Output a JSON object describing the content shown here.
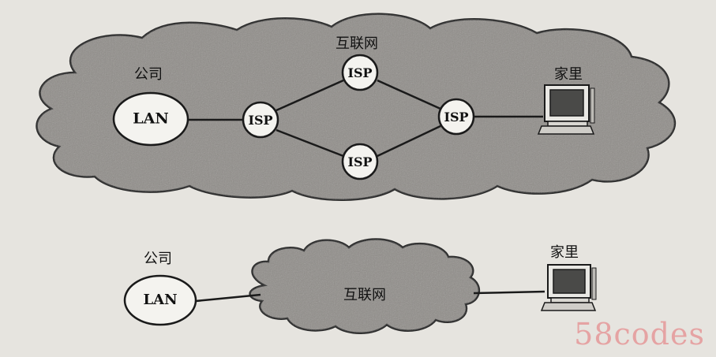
{
  "top_diagram": {
    "internet_label": "互联网",
    "company_label": "公司",
    "home_label": "家里",
    "lan_label": "LAN",
    "isp_nodes": [
      {
        "id": "isp-left",
        "label": "ISP"
      },
      {
        "id": "isp-top",
        "label": "ISP"
      },
      {
        "id": "isp-bottom",
        "label": "ISP"
      },
      {
        "id": "isp-right",
        "label": "ISP"
      }
    ]
  },
  "bottom_diagram": {
    "internet_label": "互联网",
    "company_label": "公司",
    "home_label": "家里",
    "lan_label": "LAN"
  },
  "watermark": "58codes",
  "colors": {
    "background": "#e6e4df",
    "cloud_fill": "#8f8c88",
    "node_fill": "#f4f3ef",
    "line": "#1a1a1a",
    "watermark": "#e5a3a3"
  }
}
